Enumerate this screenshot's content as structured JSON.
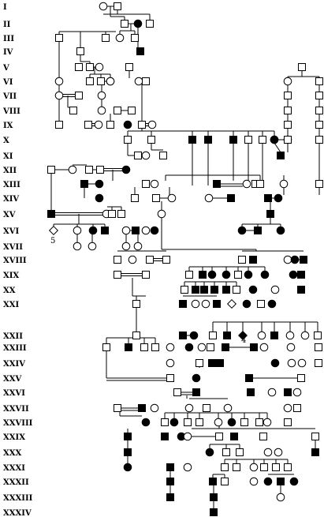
{
  "generations": [
    "I",
    "II",
    "III",
    "IV",
    "V",
    "VI",
    "VII",
    "VIII",
    "IX",
    "X",
    "XI",
    "XII",
    "XIII",
    "XIV",
    "XV",
    "XVI",
    "XVII",
    "XVIII",
    "XIX",
    "XX",
    "XXI",
    "XXII",
    "XXIII",
    "XXIV",
    "XXV",
    "XXVI",
    "XXVII",
    "XXVIII",
    "XXIX",
    "XXX",
    "XXXI",
    "XXXII",
    "XXXIII",
    "XXXIV"
  ],
  "annotations": {
    "count_5": "5",
    "count_4": "4"
  },
  "legend_semantics": {
    "square": "male",
    "circle": "female",
    "diamond": "sex unspecified",
    "filled": "affected",
    "open": "unaffected",
    "double_line": "consanguineous mating"
  },
  "colors": {
    "affected": "#000000",
    "unaffected": "#ffffff",
    "line": "#000000"
  }
}
